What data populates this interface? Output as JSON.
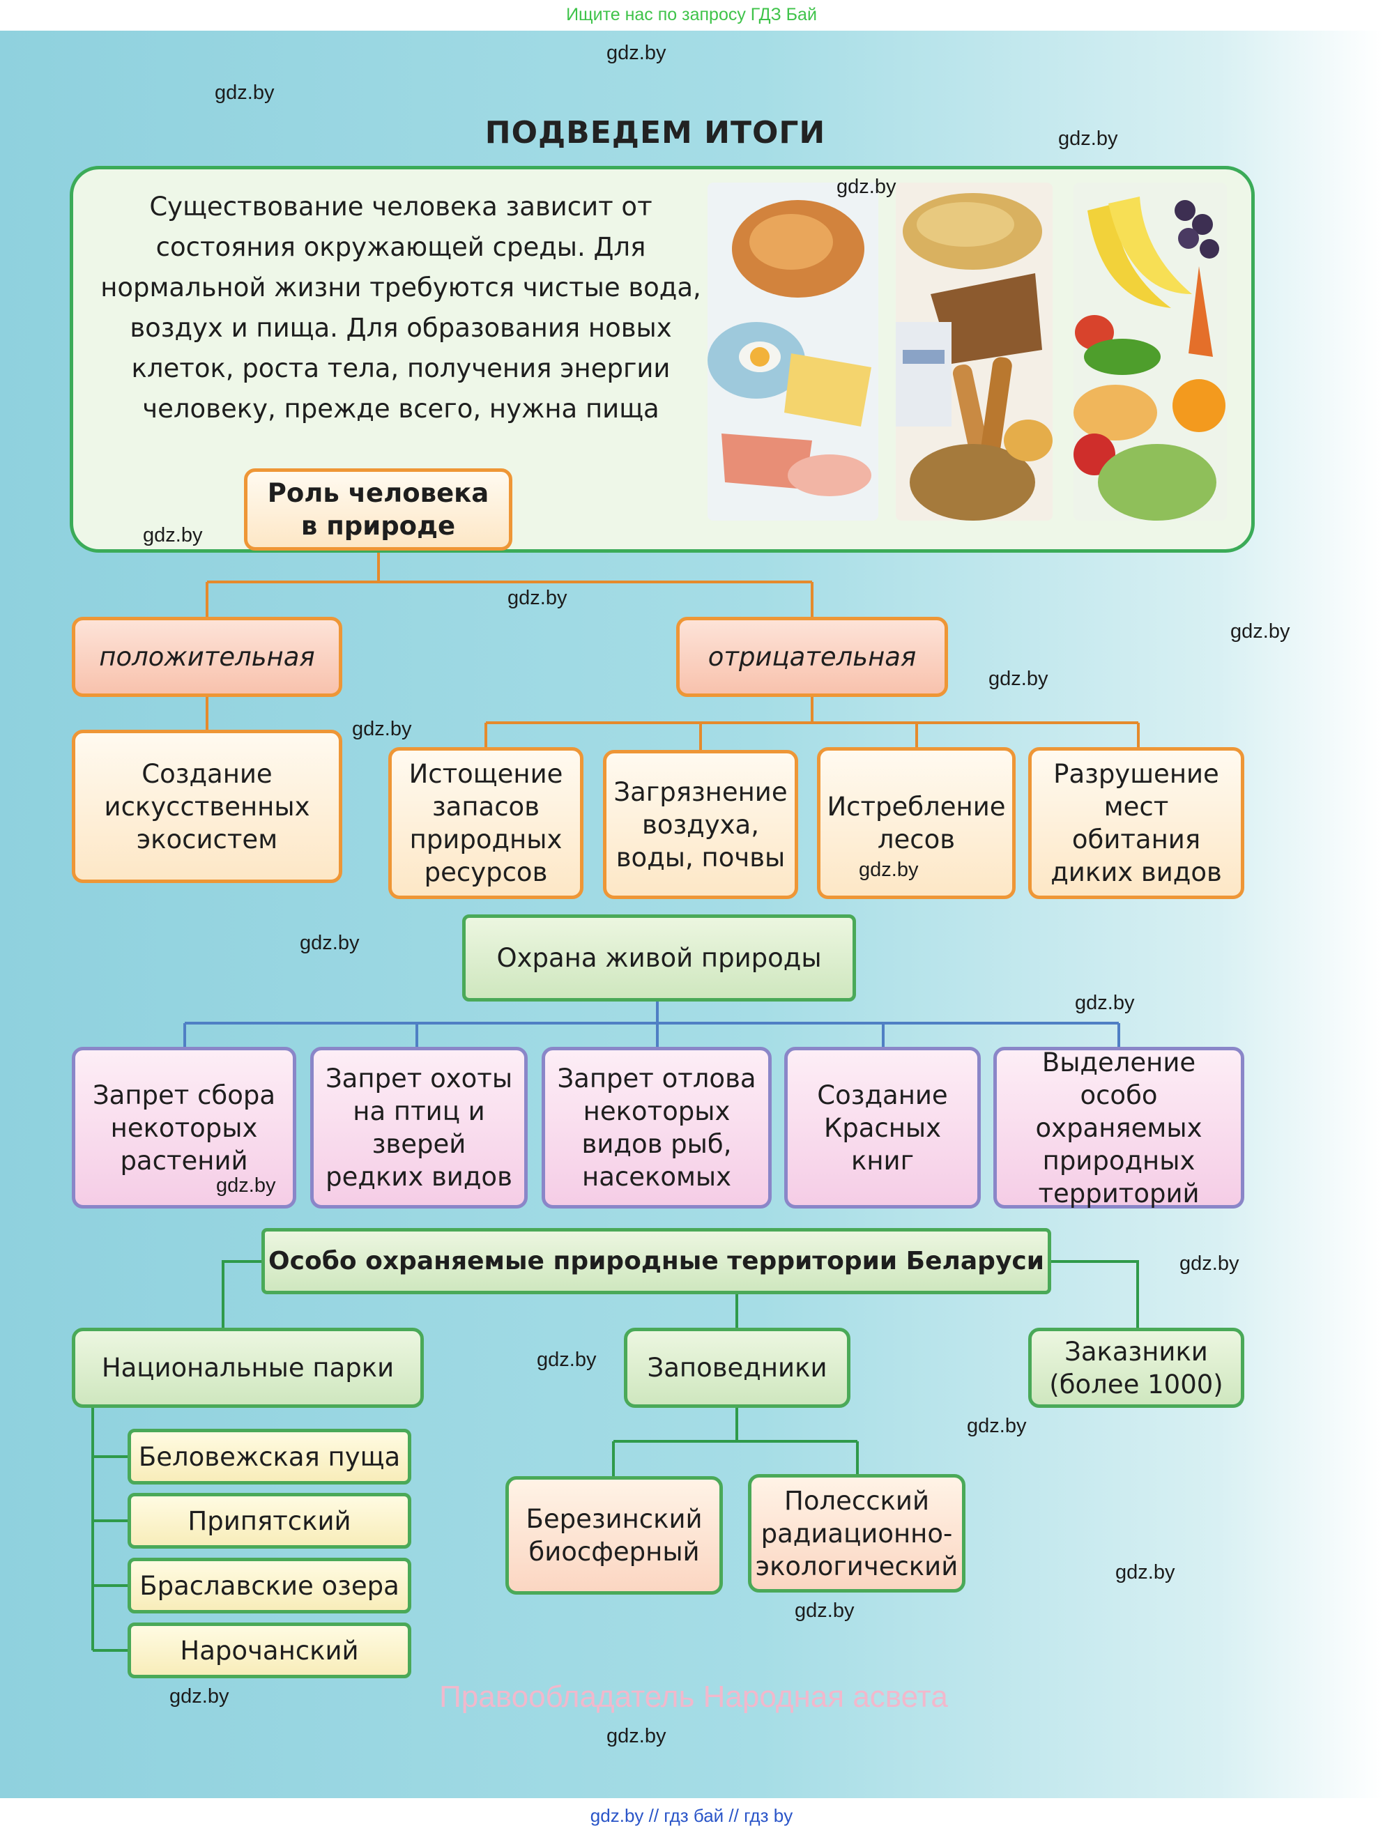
{
  "header": {
    "search_hint": "Ищите нас по запросу ГДЗ Бай"
  },
  "footer": {
    "links": "gdz.by  //  гдз бай  //  гдз by"
  },
  "watermark": "gdz.by",
  "title": "ПОДВЕДЕМ ИТОГИ",
  "intro": "Существование человека зависит от состояния окружающей среды. Для нормальной жизни требуются чистые вода, воздух и пища. Для образования новых клеток, роста тела, получения энергии человеку, прежде всего, нужна пища",
  "role": {
    "label": "Роль человека в природе",
    "positive": {
      "label": "положительная",
      "items": [
        "Создание искусственных экосистем"
      ]
    },
    "negative": {
      "label": "отрицательная",
      "items": [
        "Истощение запасов природных ресурсов",
        "Загрязнение воздуха, воды, почвы",
        "Истребление лесов",
        "Разрушение мест обитания диких видов"
      ]
    }
  },
  "protection": {
    "label": "Охрана живой природы",
    "items": [
      "Запрет сбора некоторых растений",
      "Запрет охоты на птиц и зверей редких видов",
      "Запрет отлова некоторых видов рыб, насекомых",
      "Создание Красных книг",
      "Выделение особо охраняемых природных территорий"
    ]
  },
  "territories": {
    "label": "Особо охраняемые природные территории Беларуси",
    "national_parks": {
      "label": "Национальные парки",
      "items": [
        "Беловежская пуща",
        "Припятский",
        "Браславские озера",
        "Нарочанский"
      ]
    },
    "reserves": {
      "label": "Заповедники",
      "items": [
        "Березинский биосферный",
        "Полесский радиационно-экологический"
      ]
    },
    "sanctuaries": {
      "label": "Заказники (более 1000)"
    }
  },
  "copyright": "Правообладатель Народная асвета",
  "colors": {
    "background": "#a6dde6",
    "orange_border": "#ee9636",
    "green_border": "#4aa958",
    "violet_border": "#8a86c8",
    "connector_orange": "#e58a2c",
    "connector_blue": "#4f7fc4",
    "connector_green": "#2f9a4a"
  }
}
